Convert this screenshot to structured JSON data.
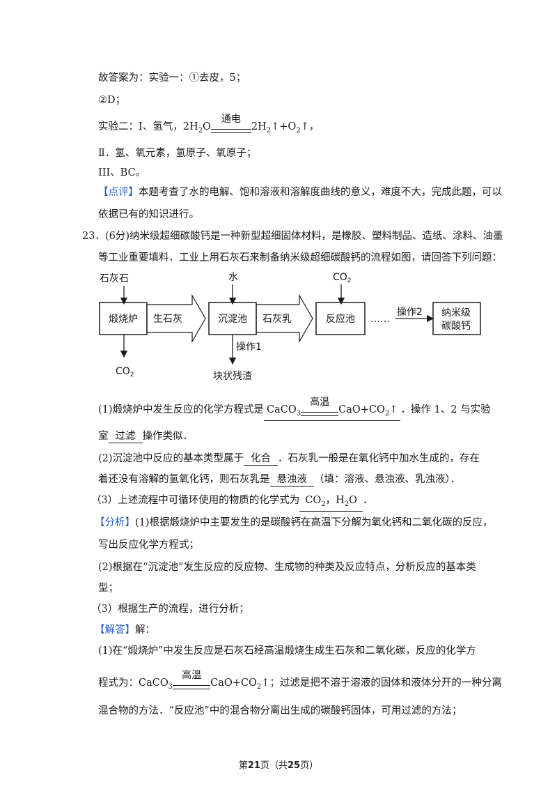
{
  "lines": {
    "l1": "故答案为：实验一：①去皮，5；",
    "l2": "②D；",
    "l3_pre": "实验二：I、氢气，2H",
    "l3_cond": "通电",
    "l3_post": "2H",
    "l3_tail": "↑+O",
    "l3_end": "↑，",
    "l4": "Ⅱ．氢、氧元素，氢原子、氧原子；",
    "l5": "III、BC。",
    "l6_tag": "【点评】",
    "l6": "本题考查了水的电解、饱和溶液和溶解度曲线的意义，难度不大，完成此题，可以",
    "l7": "依据已有的知识进行。",
    "q23_a": "23．(6分)纳米级超细碳酸钙是一种新型超细固体材料，是橡胶、塑料制品、造纸、涂料、油墨",
    "q23_b": "等工业重要填料．工业上用石灰石来制备纳米级超细碳酸钙的流程如图，请回答下列问题：",
    "p1_a": "(1)煅烧炉中发生反应的化学方程式是",
    "p1_ans_pre": "CaCO",
    "p1_cond": "高温",
    "p1_ans_post": "CaO+CO",
    "p1_ans_end": "↑",
    "p1_b": "．操作 1、2 与实验",
    "p1_c": "室",
    "p1_ans2": "过滤",
    "p1_d": "操作类似．",
    "p2_a": "(2)沉淀池中反应的基本类型属于",
    "p2_ans1": "化合",
    "p2_b": "．石灰乳一般是在氧化钙中加水生成的，存在",
    "p2_c": "着还没有溶解的氢氧化钙，则石灰乳是",
    "p2_ans2": "悬浊液",
    "p2_d": "（填：溶液、悬浊液、乳浊液）．",
    "p3_a": "（3）上述流程中可循环使用的物质的化学式为",
    "p3_ans": "CO",
    "p3_ans_b": "，H",
    "p3_ans_c": "O",
    "p3_end": "．",
    "an_tag": "【分析】",
    "an1": "(1)根据煅烧炉中主要发生的是碳酸钙在高温下分解为氧化钙和二氧化碳的反应，",
    "an2": "写出反应化学方程式；",
    "an3": "(2)根据在“沉淀池”发生反应的反应物、生成物的种类及反应特点，分析反应的基本类",
    "an4": "型；",
    "an5": "（3）根据生产的流程，进行分析；",
    "sol_tag": "【解答】",
    "sol_a": "解：",
    "sol1": "(1)在“煅烧炉”中发生反应是石灰石经高温煅烧生成生石灰和二氧化碳，反应的化学方",
    "sol2_a": "程式为：CaCO",
    "sol2_cond": "高温",
    "sol2_b": "CaO+CO",
    "sol2_c": "↑；过滤是把不溶于溶液的固体和液体分开的一种分离",
    "sol3": "混合物的方法．“反应池”中的混合物分离出生成的碳酸钙固体，可用过滤的方法；",
    "sub2": "2",
    "sub3": "3"
  },
  "diagram": {
    "limestone": "石灰石",
    "furnace": "煅烧炉",
    "quicklime": "生石灰",
    "water": "水",
    "tank": "沉淀池",
    "limemilk": "石灰乳",
    "co2_top": "CO",
    "reactor": "反应池",
    "dots": "……",
    "op2": "操作2",
    "product_a": "纳米级",
    "product_b": "碳酸钙",
    "co2_bottom": "CO",
    "op1": "操作1",
    "residue": "块状残渣",
    "sub2": "2"
  },
  "footer": {
    "pre": "第",
    "page": "21",
    "mid": "页（共",
    "total": "25",
    "post": "页）"
  }
}
